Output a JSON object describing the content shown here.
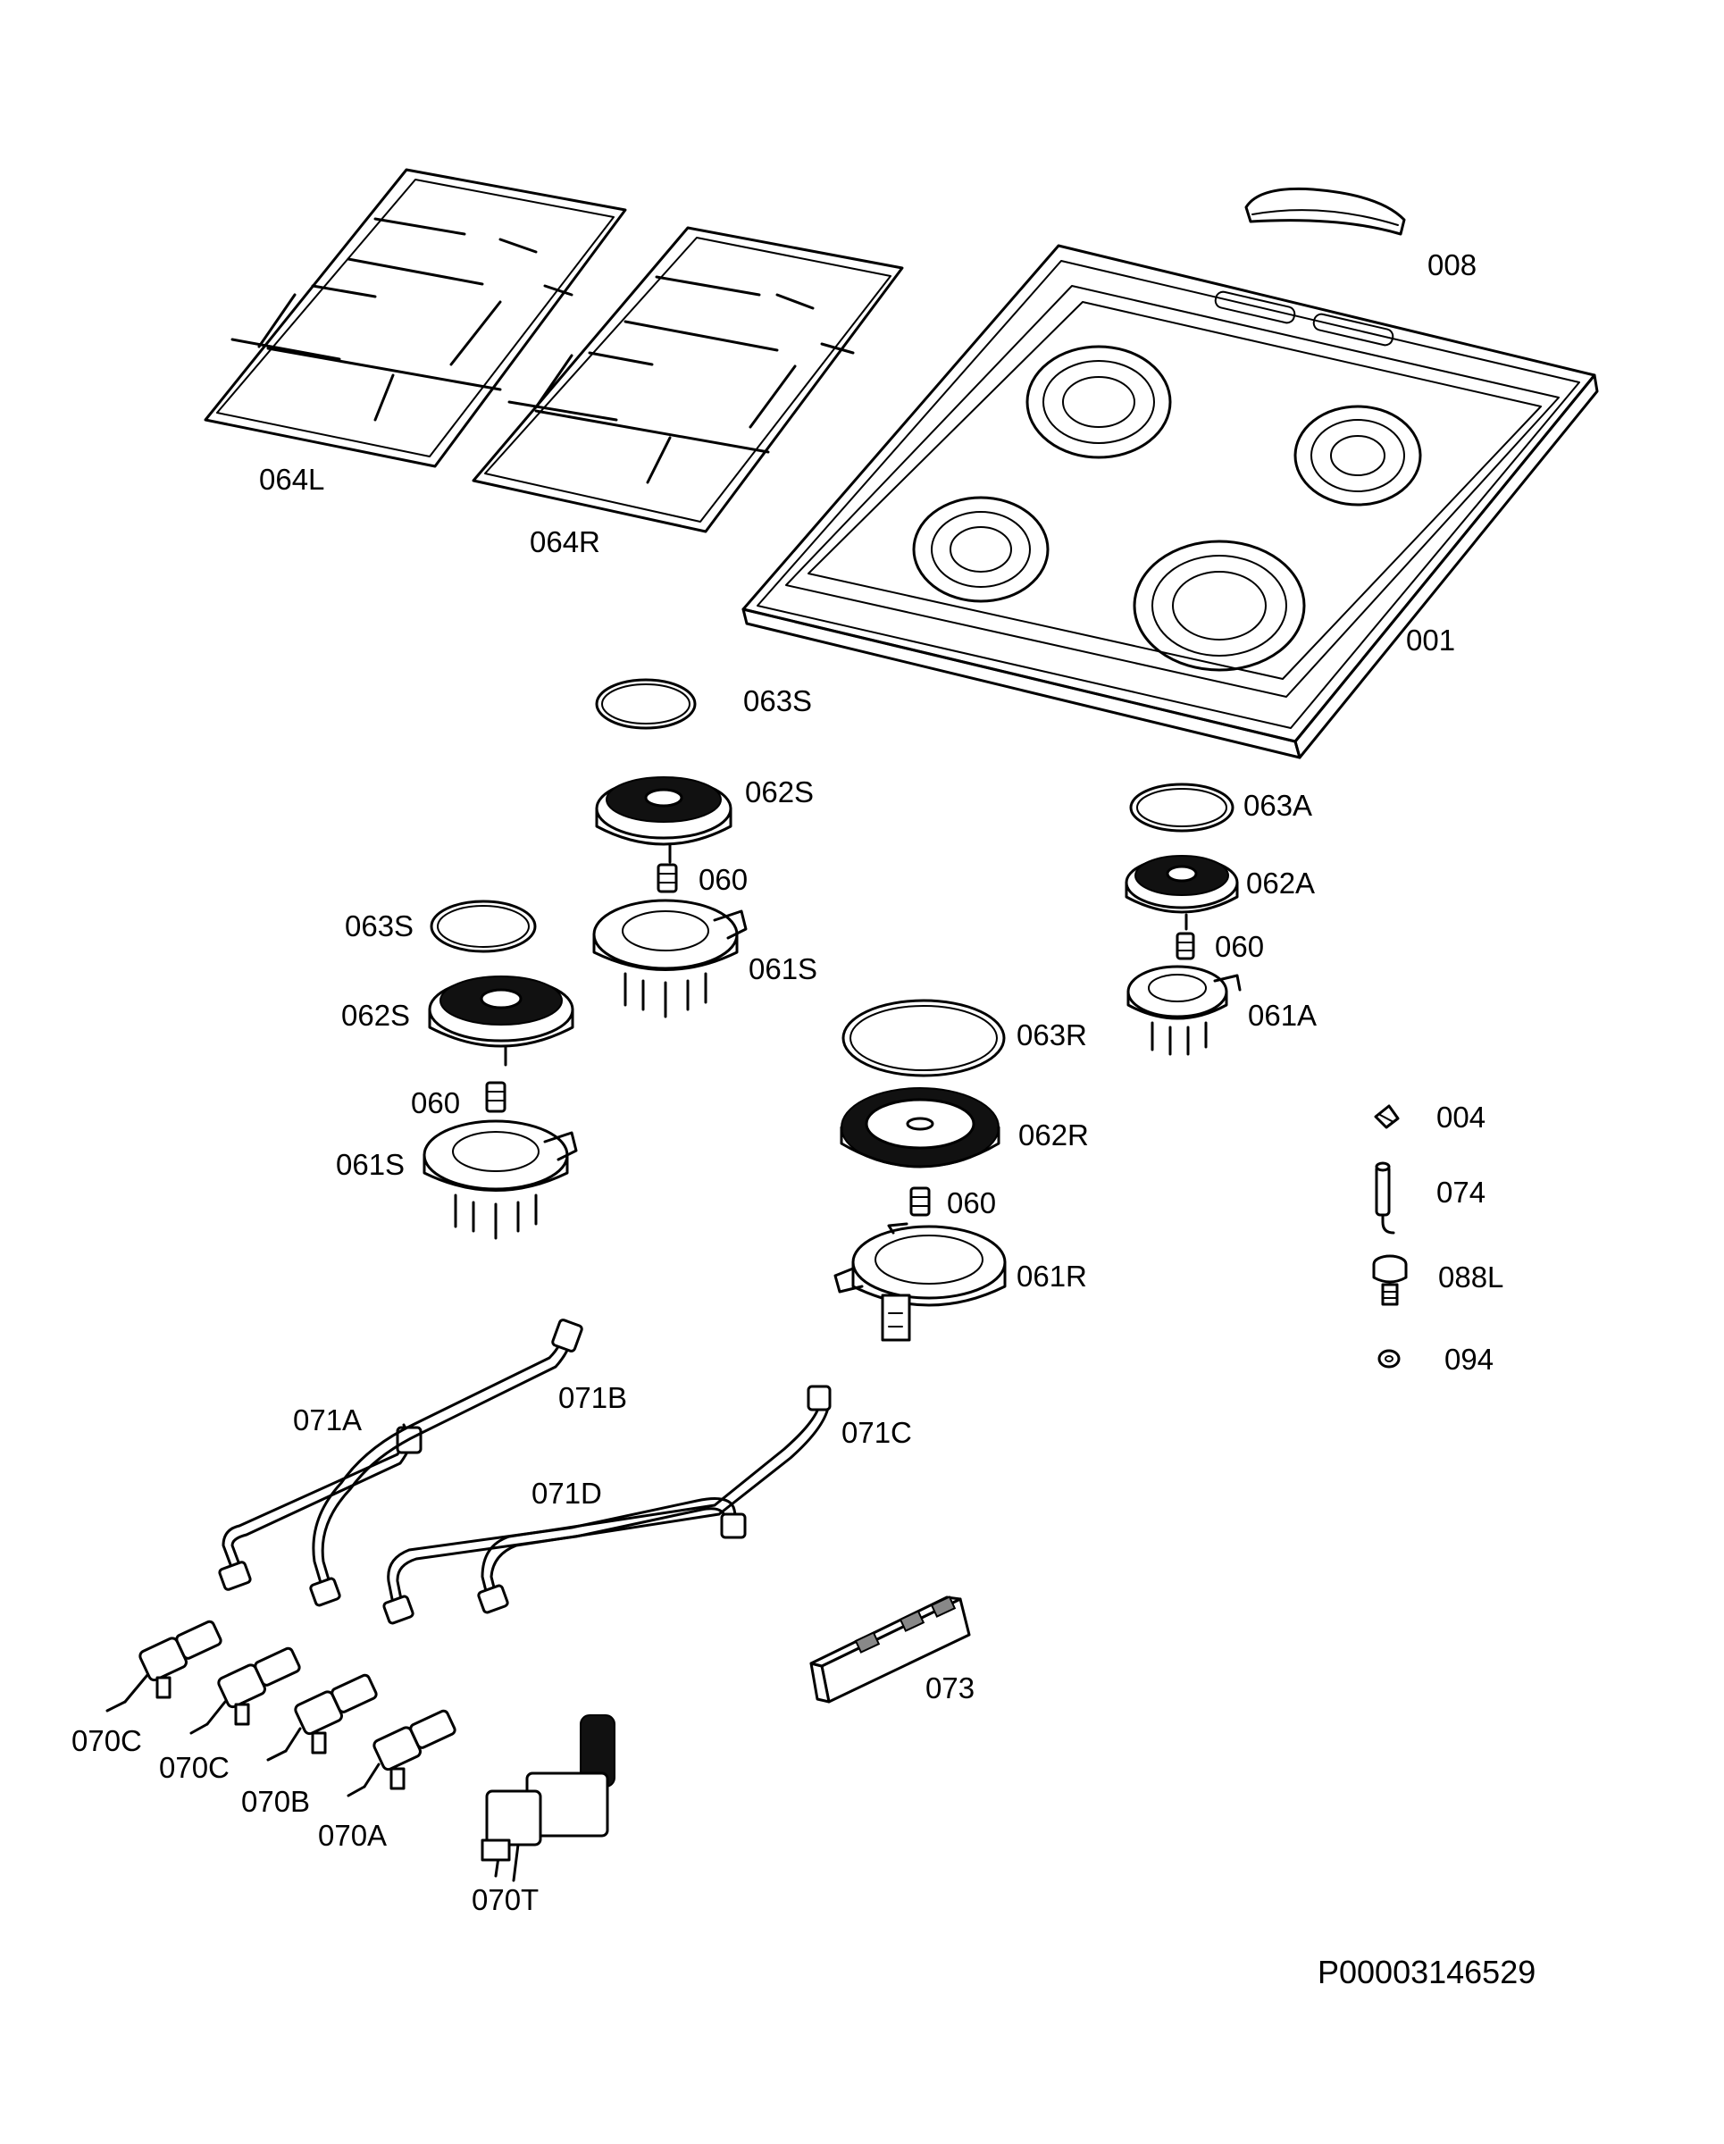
{
  "document_id": "P00003146529",
  "parts": {
    "p001": "001",
    "p008": "008",
    "p064L": "064L",
    "p064R": "064R",
    "p063S_top": "063S",
    "p062S_top": "062S",
    "p060_top": "060",
    "p061S_top": "061S",
    "p063S_left": "063S",
    "p062S_left": "062S",
    "p060_left": "060",
    "p061S_left": "061S",
    "p063A": "063A",
    "p062A": "062A",
    "p060_right": "060",
    "p061A": "061A",
    "p063R": "063R",
    "p062R": "062R",
    "p060_center": "060",
    "p061R": "061R",
    "p004": "004",
    "p074": "074",
    "p088L": "088L",
    "p094": "094",
    "p071A": "071A",
    "p071B": "071B",
    "p071C": "071C",
    "p071D": "071D",
    "p073": "073",
    "p070C_1": "070C",
    "p070C_2": "070C",
    "p070B": "070B",
    "p070A": "070A",
    "p070T": "070T"
  }
}
